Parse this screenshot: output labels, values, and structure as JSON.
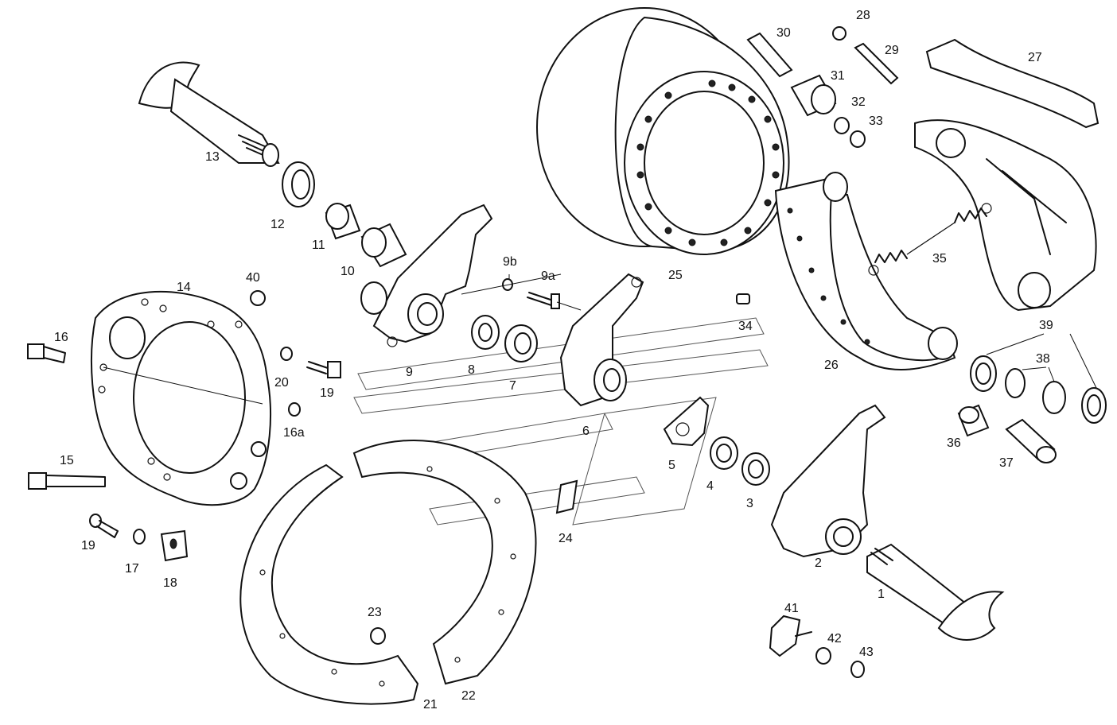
{
  "labels": {
    "p1": "1",
    "p2": "2",
    "p3": "3",
    "p4": "4",
    "p5": "5",
    "p6": "6",
    "p7": "7",
    "p8": "8",
    "p9": "9",
    "p9a": "9a",
    "p9b": "9b",
    "p10": "10",
    "p11": "11",
    "p12": "12",
    "p13": "13",
    "p14": "14",
    "p15": "15",
    "p16": "16",
    "p16a": "16a",
    "p17": "17",
    "p18": "18",
    "p19a": "19",
    "p19b": "19",
    "p20": "20",
    "p21": "21",
    "p22": "22",
    "p23": "23",
    "p24": "24",
    "p25": "25",
    "p26": "26",
    "p27": "27",
    "p28": "28",
    "p29": "29",
    "p30": "30",
    "p31": "31",
    "p32": "32",
    "p33": "33",
    "p34": "34",
    "p35": "35",
    "p36": "36",
    "p37": "37",
    "p38": "38",
    "p39": "39",
    "p40": "40",
    "p41": "41",
    "p42": "42",
    "p43": "43"
  }
}
